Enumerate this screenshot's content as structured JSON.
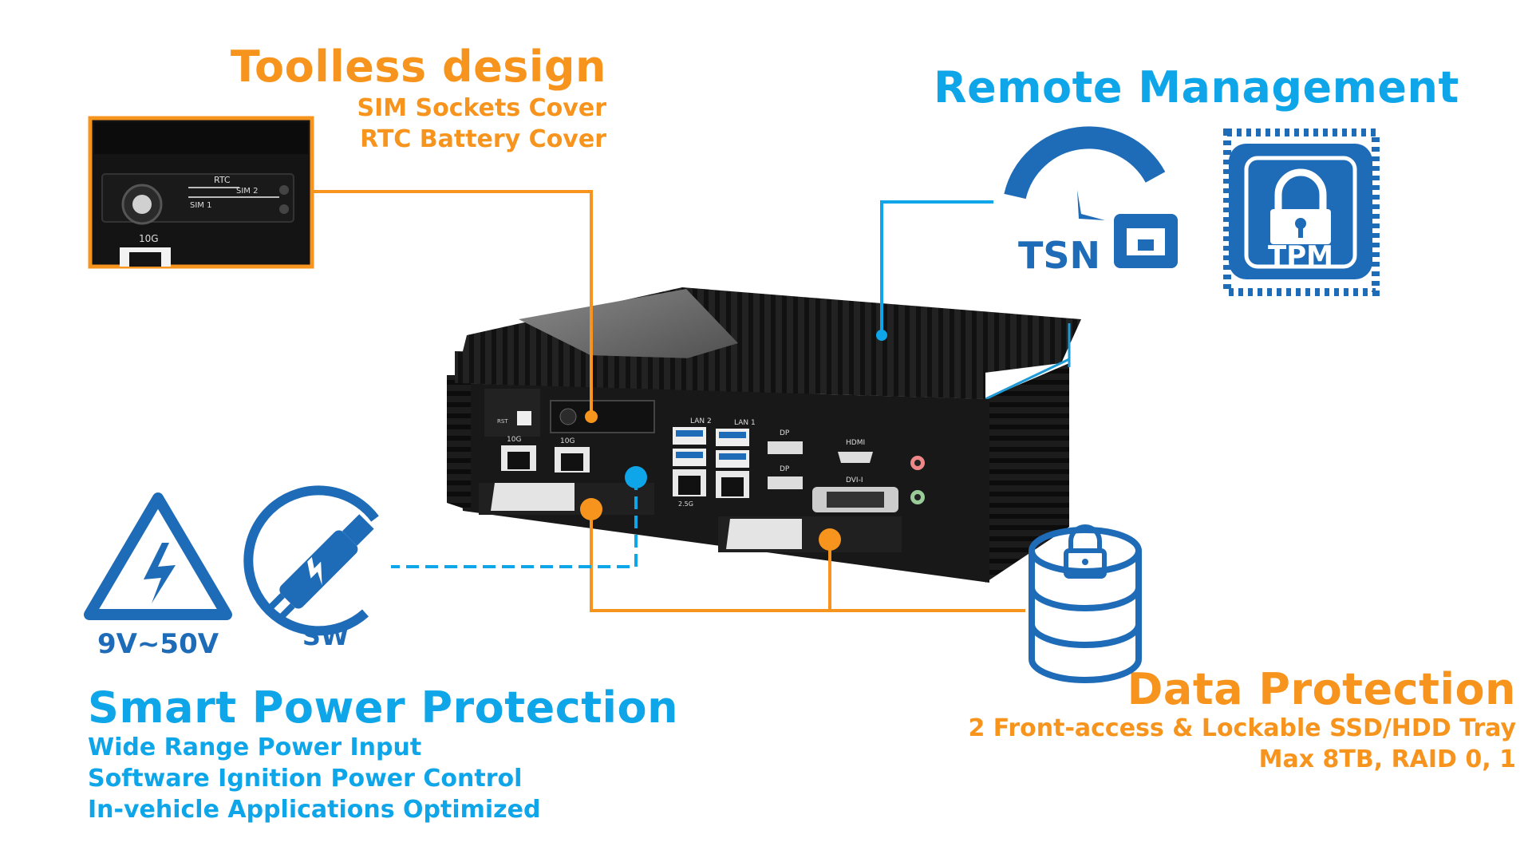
{
  "toolless": {
    "title": "Toolless design",
    "lines": [
      "SIM Sockets Cover",
      "RTC Battery Cover"
    ],
    "inset_labels": {
      "rtc": "RTC",
      "sim1": "SIM 1",
      "sim2": "SIM 2",
      "port": "10G"
    }
  },
  "remote": {
    "title": "Remote Management",
    "tsn_label": "TSN",
    "tpm_label": "TPM"
  },
  "power": {
    "title": "Smart Power Protection",
    "lines": [
      "Wide Range Power Input",
      "Software Ignition Power Control",
      "In-vehicle Applications Optimized"
    ],
    "voltage_label": "9V~50V",
    "sw_label": "SW"
  },
  "data": {
    "title": "Data Protection",
    "lines": [
      "2 Front-access & Lockable SSD/HDD Tray",
      "Max 8TB, RAID 0, 1"
    ]
  },
  "device": {
    "port_labels": {
      "tenG_1": "10G",
      "tenG_2": "10G",
      "lan2": "LAN 2",
      "lan1": "LAN 1",
      "dp1": "DP",
      "dp2": "DP",
      "hdmi": "HDMI",
      "dvi": "DVI-I",
      "rst": "RST",
      "twofive": "2.5G"
    }
  },
  "colors": {
    "orange": "#F7941D",
    "blue": "#0EA5E9",
    "icon_blue": "#1E6BB8",
    "device_black": "#1a1a1a"
  }
}
